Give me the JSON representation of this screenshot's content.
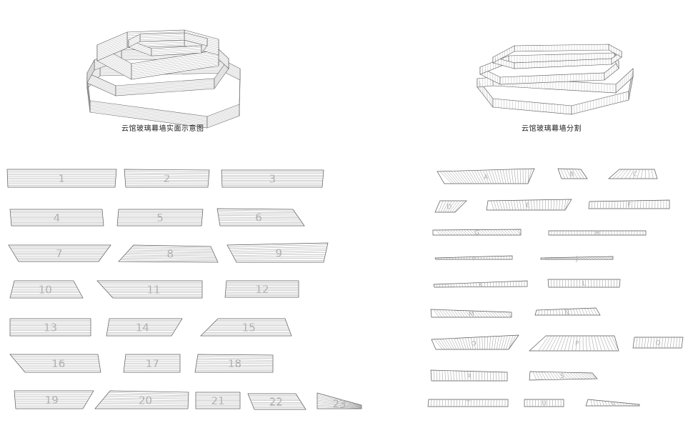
{
  "captions": {
    "left": "云馆玻璃幕墙实面示意图",
    "right": "云馆玻璃幕墙分割"
  },
  "colors": {
    "stroke": "#555555",
    "hatch": "#8a8a8a",
    "label": "#b0b0b0",
    "caption": "#222222"
  },
  "left_panels": [
    "1",
    "2",
    "3",
    "4",
    "5",
    "6",
    "7",
    "8",
    "9",
    "10",
    "11",
    "12",
    "13",
    "14",
    "15",
    "16",
    "17",
    "18",
    "19",
    "20",
    "21",
    "22",
    "23"
  ],
  "right_panels": [
    "A",
    "B",
    "C",
    "D",
    "E",
    "F",
    "G",
    "H",
    "I",
    "J",
    "K",
    "L",
    "M",
    "N",
    "O",
    "P",
    "Q",
    "R",
    "S",
    "T",
    "U",
    "V"
  ]
}
